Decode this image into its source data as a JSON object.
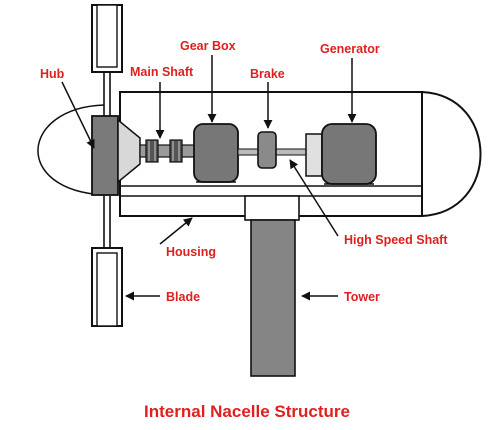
{
  "labels": {
    "hub": "Hub",
    "main_shaft": "Main Shaft",
    "gear_box": "Gear Box",
    "brake": "Brake",
    "generator": "Generator",
    "housing": "Housing",
    "high_speed_shaft": "High Speed Shaft",
    "blade": "Blade",
    "tower": "Tower"
  },
  "caption": "Internal Nacelle Structure",
  "colors": {
    "label": "#e02020",
    "line": "#111111",
    "component_fill": "#777777",
    "tower_fill": "#858585"
  }
}
